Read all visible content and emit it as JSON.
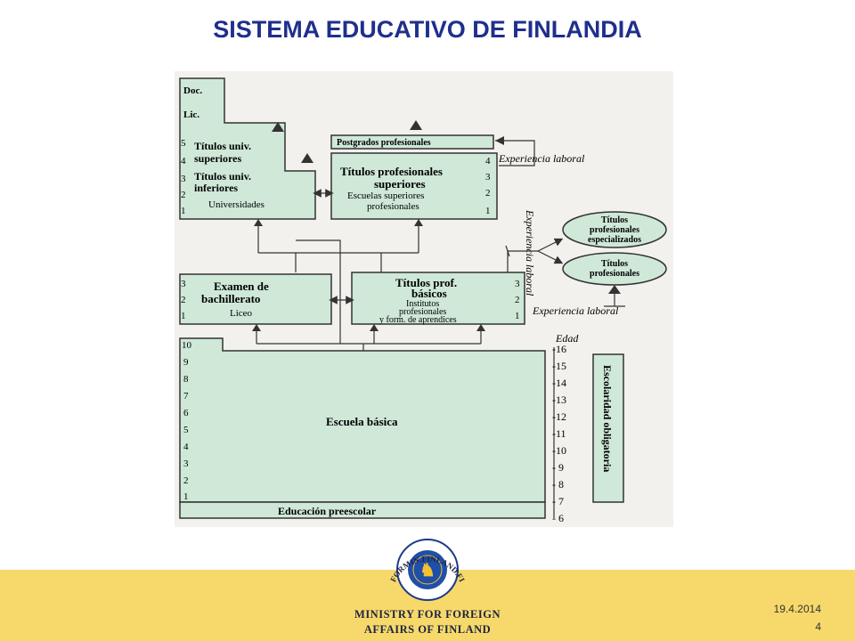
{
  "title": "SISTEMA EDUCATIVO DE FINLANDIA",
  "diagram": {
    "univ": {
      "doc": "Doc.",
      "lic": "Lic.",
      "sup1": "Títulos univ.",
      "sup2": "superiores",
      "inf1": "Títulos univ.",
      "inf2": "inferiores",
      "name": "Universidades",
      "years": [
        "5",
        "4",
        "3",
        "2",
        "1"
      ]
    },
    "postgrad": "Postgrados profesionales",
    "polytech": {
      "t1": "Títulos profesionales",
      "t2": "superiores",
      "s1": "Escuelas superiores",
      "s2": "profesionales",
      "years": [
        "4",
        "3",
        "2",
        "1"
      ]
    },
    "exp_top": "Experiencia laboral",
    "exp_vertical": "Experiencia laboral",
    "exp_bottom": "Experiencia laboral",
    "special1": "Títulos",
    "special2": "profesionales",
    "special3": "especializados",
    "prof1": "Títulos",
    "prof2": "profesionales",
    "bach": {
      "t1": "Examen de",
      "t2": "bachillerato",
      "name": "Liceo",
      "years": [
        "3",
        "2",
        "1"
      ]
    },
    "voc": {
      "t1": "Títulos prof.",
      "t2": "básicos",
      "s1": "Institutos",
      "s2": "profesionales",
      "s3": "y form. de aprendices",
      "years": [
        "3",
        "2",
        "1"
      ]
    },
    "basic": {
      "name": "Escuela básica",
      "years": [
        "10",
        "9",
        "8",
        "7",
        "6",
        "5",
        "4",
        "3",
        "2",
        "1"
      ]
    },
    "preschool": "Educación preescolar",
    "age_label": "Edad",
    "ages": [
      "-16",
      "-15",
      "-14",
      "-13",
      "-12",
      "-11",
      "-10",
      "- 9",
      "- 8",
      "- 7",
      "- 6"
    ],
    "compulsory": "Escolaridad obligatoria"
  },
  "footer": {
    "site": "FORMIN.FINLAND.FI",
    "ministry1": "MINISTRY FOR FOREIGN",
    "ministry2": "AFFAIRS OF FINLAND",
    "date": "19.4.2014",
    "page": "4"
  },
  "colors": {
    "title": "#1f2f8c",
    "box_fill": "#cfe8d8",
    "panel": "#f2f0ec",
    "footer": "#f7d96b"
  }
}
